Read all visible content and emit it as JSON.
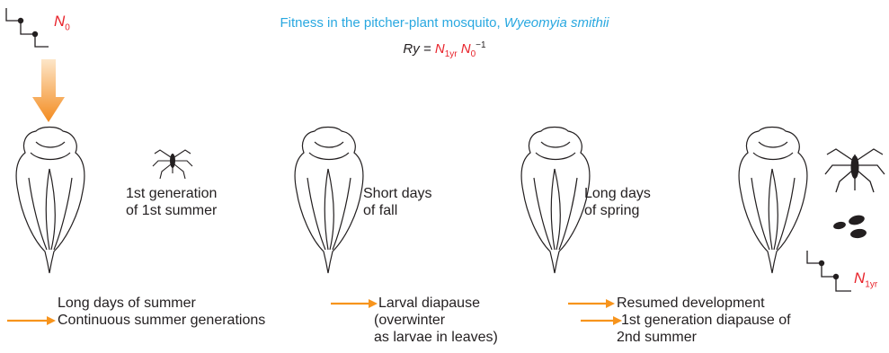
{
  "title": {
    "prefix": "Fitness in the pitcher-plant mosquito, ",
    "species": "Wyeomyia smithii"
  },
  "formula": {
    "lhs": "Ry = ",
    "n1": "N",
    "n1_sub": "1yr",
    "n0": "N",
    "n0_sub": "0",
    "exponent": "−1"
  },
  "start_marker": {
    "symbol": "N",
    "sub": "0"
  },
  "end_marker": {
    "symbol": "N",
    "sub": "1yr"
  },
  "stage_labels": {
    "stage1": [
      "1st generation",
      "of 1st summer"
    ],
    "stage2": [
      "Short days",
      "of fall"
    ],
    "stage3": [
      "Long days",
      "of spring"
    ]
  },
  "bottom_text": {
    "col1_line1": "Long days of summer",
    "col1_line2": "Continuous summer generations",
    "col2_line1": "Larval diapause",
    "col2_line2": "(overwinter",
    "col2_line3": "as larvae in leaves)",
    "col3_line1": "Resumed development",
    "col3_line2": "1st generation diapause of",
    "col3_line3": "2nd summer"
  },
  "colors": {
    "title": "#29a8e0",
    "accent_red": "#e8232b",
    "arrow_orange": "#f7941d",
    "ink": "#231f20"
  },
  "icons": [
    "pedigree-icon",
    "pitcher-plant-icon",
    "mosquito-icon",
    "egg-cluster-icon",
    "orange-arrow-icon",
    "down-arrow-icon"
  ]
}
